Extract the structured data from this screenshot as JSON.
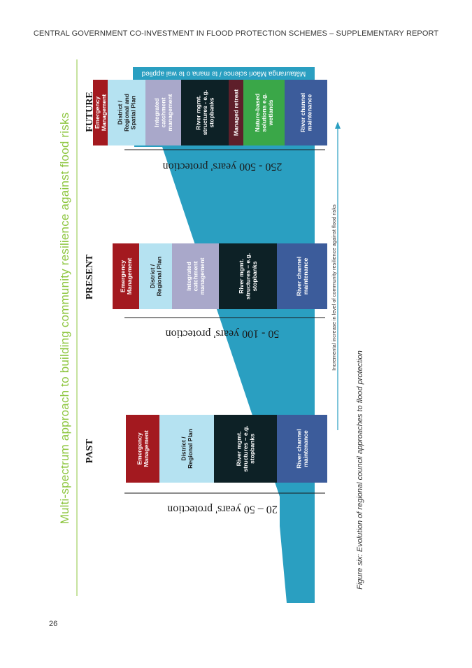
{
  "header": {
    "title": "CENTRAL GOVERNMENT CO-INVESTMENT IN FLOOD PROTECTION SCHEMES – SUPPLEMENTARY REPORT"
  },
  "page_number": "26",
  "diagram": {
    "title": "Multi-spectrum approach to building community resilience against flood risks",
    "axis_label": "Incremental increase in level of community resilience against flood risks",
    "banner": "Mātauranga Māori science / te mana o te wai applied",
    "eras": [
      {
        "label": "PAST",
        "protection": "20 – 50 years' protection",
        "boxes": [
          "Emergency Management",
          "District / Regional Plan",
          "River mgmt. structures – e.g. stopbanks",
          "River channel maintenance"
        ]
      },
      {
        "label": "PRESENT",
        "protection": "50 - 100 years' protection",
        "boxes": [
          "Emergency Management",
          "District / Regional Plan",
          "Integrated catchment management",
          "River mgmt. structures – e.g. stopbanks",
          "River channel maintenance"
        ]
      },
      {
        "label": "FUTURE",
        "protection": "250 - 500 years' protection",
        "boxes": [
          "Emergency Management",
          "District / Regional and Spatial Plan",
          "Integrated catchment management",
          "River mgmt. structures - e.g. stopbanks",
          "Managed retreat",
          "Nature-based solutions e.g. wetlands",
          "River channel maintenance"
        ]
      }
    ],
    "colors": {
      "emergency": "#a3191f",
      "plan": "#b5e2f1",
      "catchment": "#a9a8ca",
      "structures": "#0d2126",
      "retreat": "#5e1f2a",
      "nature": "#3aa748",
      "channel": "#3c5c9b",
      "wedge": "#2a9fc1",
      "banner": "#2a9fc1",
      "title": "#8dc63f"
    }
  },
  "caption": "Figure six: Evolution of regional council approaches to flood protection"
}
